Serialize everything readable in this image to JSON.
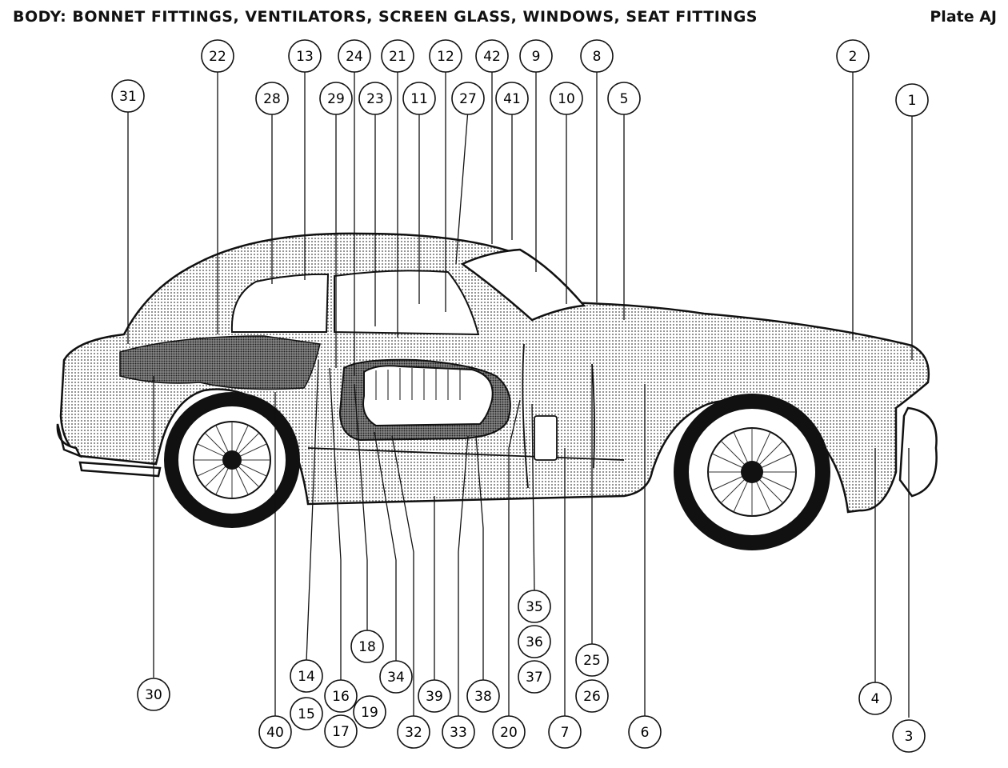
{
  "header": {
    "title": "BODY: BONNET FITTINGS, VENTILATORS, SCREEN GLASS, WINDOWS, SEAT FITTINGS",
    "plate": "Plate AJ"
  },
  "callouts": [
    "1",
    "2",
    "3",
    "4",
    "5",
    "6",
    "7",
    "8",
    "9",
    "10",
    "11",
    "12",
    "13",
    "14",
    "15",
    "16",
    "17",
    "18",
    "19",
    "20",
    "21",
    "22",
    "23",
    "24",
    "25",
    "26",
    "27",
    "28",
    "29",
    "30",
    "31",
    "32",
    "33",
    "34",
    "35",
    "36",
    "37",
    "38",
    "39",
    "40",
    "41",
    "42"
  ]
}
